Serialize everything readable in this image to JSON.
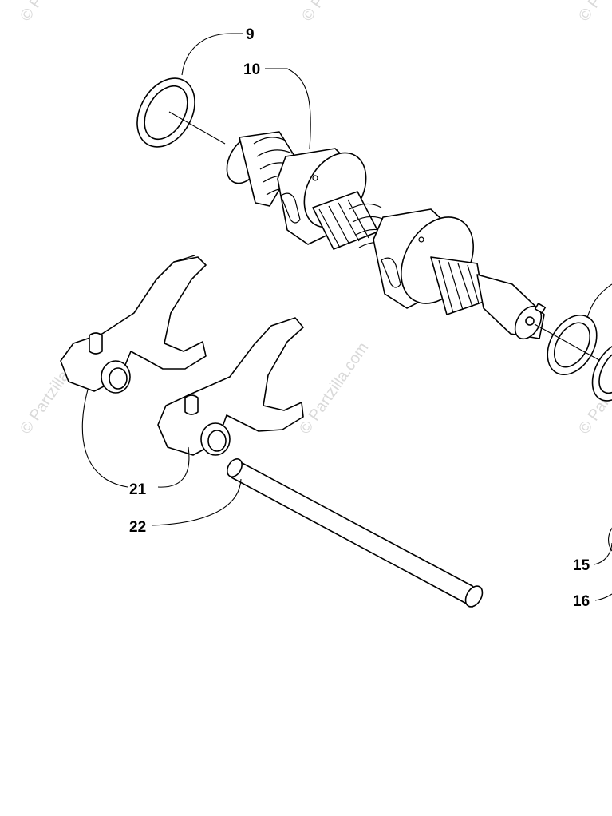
{
  "watermark": {
    "text": "© Partzilla.com",
    "color": "#d9d9d9"
  },
  "callouts": [
    {
      "id": "9",
      "label": "9"
    },
    {
      "id": "10",
      "label": "10"
    },
    {
      "id": "15",
      "label": "15"
    },
    {
      "id": "16",
      "label": "16"
    },
    {
      "id": "21",
      "label": "21"
    },
    {
      "id": "22",
      "label": "22"
    }
  ],
  "colors": {
    "line": "#000000",
    "background": "#ffffff"
  }
}
